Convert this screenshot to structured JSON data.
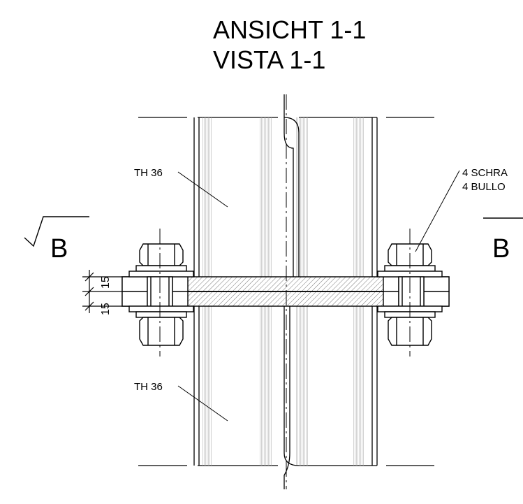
{
  "title": {
    "line1": "ANSICHT 1-1",
    "line2": "VISTA 1-1"
  },
  "labels": {
    "profile_upper": "TH 36",
    "profile_lower": "TH 36",
    "bolts_line1": "4 SCHRA",
    "bolts_line2": "4 BULLO"
  },
  "section_marks": {
    "left": "B",
    "right": "B"
  },
  "dimensions": {
    "upper_plate": "15",
    "lower_plate": "15"
  }
}
